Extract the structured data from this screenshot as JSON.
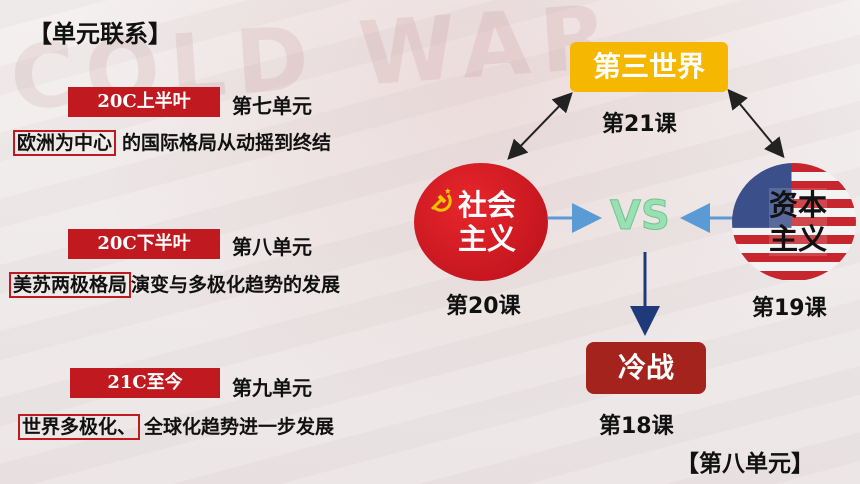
{
  "header": {
    "title": "【单元联系】"
  },
  "units": [
    {
      "era": "20C上半叶",
      "unit": "第七单元",
      "desc_boxed": "欧洲为中心",
      "desc_rest": "的国际格局从动摇到终结"
    },
    {
      "era": "20C下半叶",
      "unit": "第八单元",
      "desc_boxed": "美苏两极格局",
      "desc_rest": "演变与多极化趋势的发展"
    },
    {
      "era": "21C至今",
      "unit": "第九单元",
      "desc_boxed": "世界多极化、",
      "desc_rest": "全球化趋势进一步发展"
    }
  ],
  "diagram": {
    "third_world": {
      "label": "第三世界",
      "lesson": "第21课",
      "color": "#f5b700"
    },
    "socialism": {
      "label_line1": "社会",
      "label_line2": "主义",
      "lesson": "第20课",
      "color": "#d0121b"
    },
    "capitalism": {
      "label_line1": "资本",
      "label_line2": "主义",
      "lesson": "第19课"
    },
    "vs": "VS",
    "cold_war": {
      "label": "冷战",
      "lesson": "第18课",
      "color": "#a4231d"
    }
  },
  "footer": {
    "label": "【第八单元】"
  }
}
